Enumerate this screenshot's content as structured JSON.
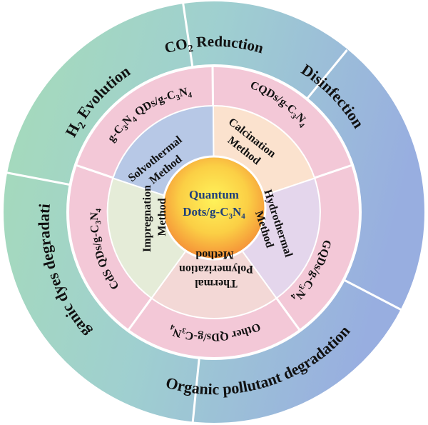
{
  "center": {
    "line1": "Quantum",
    "line2_main": "Dots/g-C",
    "line2_sub1": "3",
    "line2_mid": "N",
    "line2_sub2": "4"
  },
  "methods": [
    {
      "key": "solvothermal",
      "line1": "Solvothermal",
      "line2": "Method",
      "color": "#b8c9e6"
    },
    {
      "key": "calcination",
      "line1": "Calcination",
      "line2": "Method",
      "color": "#fbe3cf"
    },
    {
      "key": "hydrothermal",
      "line1": "Hydrothermal",
      "line2": "Method",
      "color": "#e3d6ec"
    },
    {
      "key": "thermal",
      "line1": "Thermal",
      "line2": "Polymerization",
      "line3": "Method",
      "color": "#f3d9d8"
    },
    {
      "key": "impregnation",
      "line1": "Impregnation",
      "line2": "Method",
      "color": "#e6ecd9"
    }
  ],
  "materials": [
    {
      "key": "gc3n4-qds",
      "main": "g-C",
      "s1": "3",
      "mid": "N",
      "s2": "4",
      "tail": " QDs/g-C",
      "s3": "3",
      "end": "N",
      "s4": "4"
    },
    {
      "key": "cqds",
      "main": "CQDs/g-C",
      "s1": "3",
      "mid": "N",
      "s2": "4"
    },
    {
      "key": "gqds",
      "main": "GQDs/g-C",
      "s1": "3",
      "mid": "N",
      "s2": "4"
    },
    {
      "key": "other-qds",
      "main": "Other QDs/g-C",
      "s1": "3",
      "mid": "N",
      "s2": "4"
    },
    {
      "key": "cds-qds",
      "main": "CdS QDs/g-C",
      "s1": "3",
      "mid": "N",
      "s2": "4"
    }
  ],
  "applications": [
    {
      "key": "co2",
      "main": "CO",
      "sub": "2",
      "rest": "  Reduction"
    },
    {
      "key": "disinfection",
      "label": "Disinfection"
    },
    {
      "key": "organic-pollutant",
      "label": "Organic pollutant degradation"
    },
    {
      "key": "organic-dyes",
      "label": "Organic dyes degradation"
    },
    {
      "key": "h2",
      "main": "H",
      "sub": "2",
      "rest": "  Evolution"
    }
  ],
  "colors": {
    "outer_green": "#9fd7b9",
    "outer_blue": "#9bb3dd",
    "ring_pink": "#f4c9d8",
    "center_yellow": "#fbe24a",
    "center_orange": "#f49a3c"
  }
}
